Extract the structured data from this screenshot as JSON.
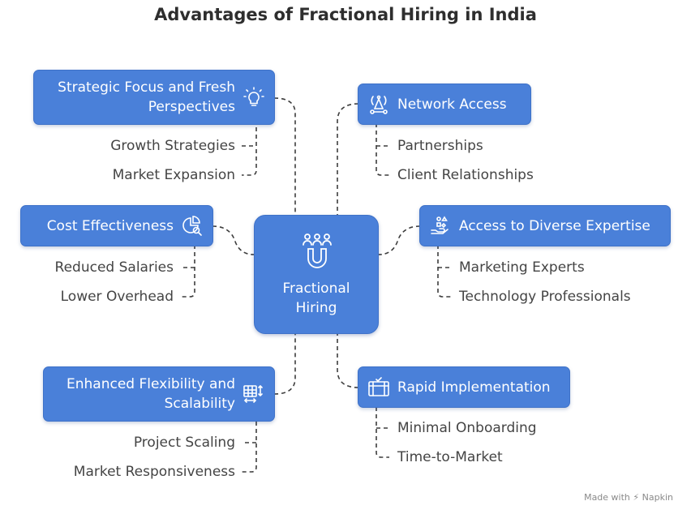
{
  "title": "Advantages of Fractional Hiring in India",
  "center": {
    "label": "Fractional\nHiring",
    "icon": "magnet-people-icon"
  },
  "branches": {
    "strategic": {
      "label": "Strategic Focus and Fresh\nPerspectives",
      "icon": "lightbulb-icon",
      "items": [
        "Growth Strategies",
        "Market Expansion"
      ]
    },
    "network": {
      "label": "Network Access",
      "icon": "network-tower-icon",
      "items": [
        "Partnerships",
        "Client Relationships"
      ]
    },
    "cost": {
      "label": "Cost Effectiveness",
      "icon": "pie-chart-search-icon",
      "items": [
        "Reduced Salaries",
        "Lower Overhead"
      ]
    },
    "expertise": {
      "label": "Access to Diverse Expertise",
      "icon": "shapes-hand-icon",
      "items": [
        "Marketing Experts",
        "Technology Professionals"
      ]
    },
    "flexibility": {
      "label": "Enhanced Flexibility and\nScalability",
      "icon": "table-resize-icon",
      "items": [
        "Project Scaling",
        "Market Responsiveness"
      ]
    },
    "rapid": {
      "label": "Rapid Implementation",
      "icon": "calendar-check-icon",
      "items": [
        "Minimal Onboarding",
        "Time-to-Market"
      ]
    }
  },
  "footer": {
    "made_with": "Made with",
    "brand": "Napkin"
  },
  "colors": {
    "box": "#4a80d9",
    "text": "#444444",
    "connector": "#3d3d3d"
  }
}
